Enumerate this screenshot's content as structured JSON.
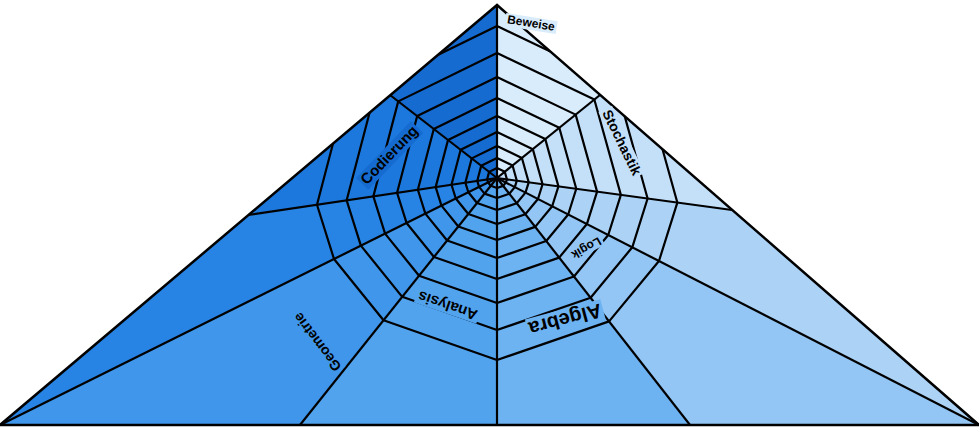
{
  "diagram": {
    "labels": [
      "Beweise",
      "Stochastik",
      "Codierung",
      "Geometrie",
      "Analysis",
      "Algebra",
      "Logik"
    ]
  }
}
